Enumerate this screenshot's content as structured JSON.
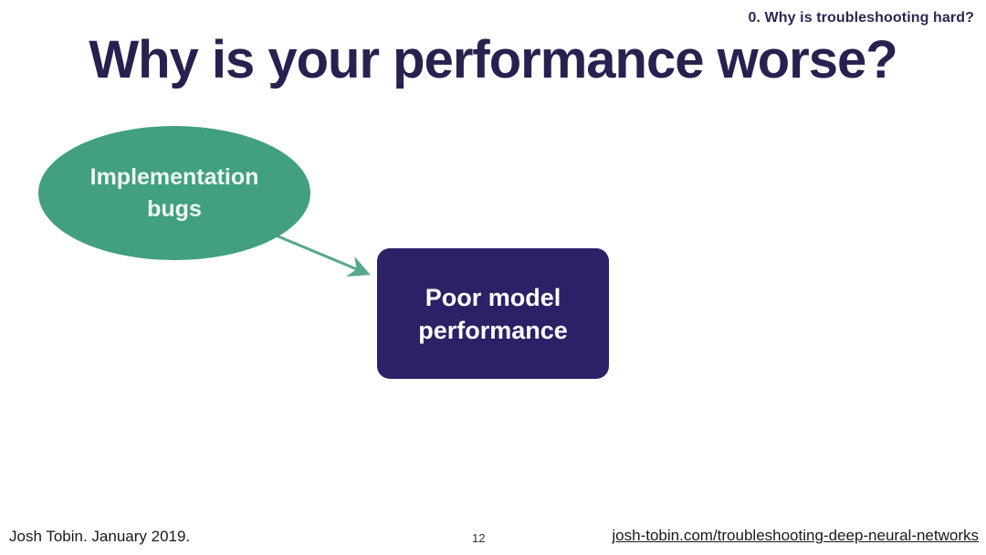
{
  "slide": {
    "section_header": "0. Why is troubleshooting hard?",
    "title": "Why is your performance worse?",
    "diagram": {
      "bubble": {
        "line1": "Implementation",
        "line2": "bugs"
      },
      "box": {
        "line1": "Poor model",
        "line2": "performance"
      },
      "arrow": {
        "from": "implementation-bugs",
        "to": "poor-model-performance"
      }
    },
    "footer": {
      "author": "Josh Tobin. January 2019.",
      "page_number": "12",
      "link": "josh-tobin.com/troubleshooting-deep-neural-networks"
    },
    "colors": {
      "navy_text": "#26224f",
      "box_fill": "#2a2166",
      "bubble_fill": "#42a07e",
      "arrow": "#55a88b",
      "background": "#ffffff"
    }
  }
}
